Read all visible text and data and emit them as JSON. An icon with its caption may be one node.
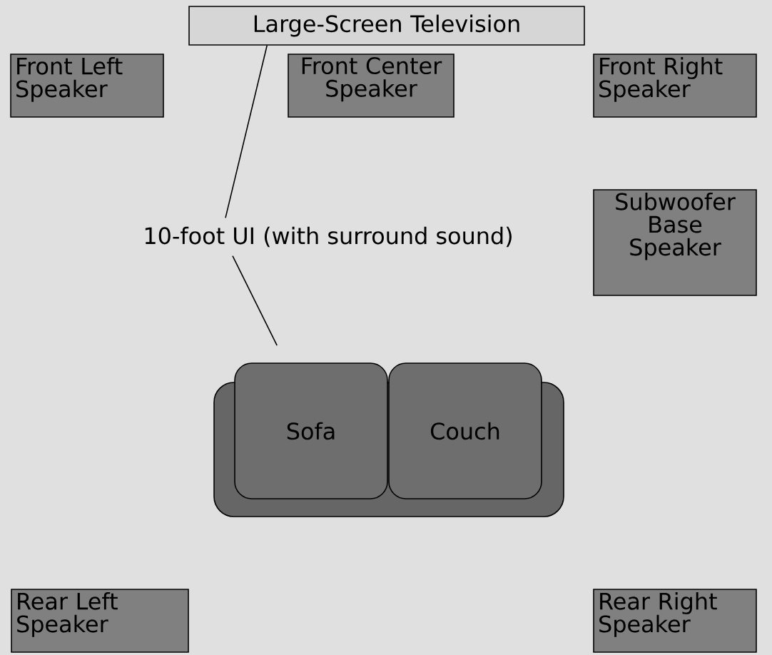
{
  "diagram": {
    "nodes": [
      {
        "text": [
          "Large-Screen Television"
        ]
      },
      {
        "text": [
          "Front Left Speaker"
        ]
      },
      {
        "text": [
          "Front Center Speaker"
        ]
      },
      {
        "text": [
          "Front Right Speaker"
        ]
      },
      {
        "text": [
          "Subwoofer Base Speaker"
        ]
      },
      {
        "text": [
          "10-foot UI (with surround sound)"
        ]
      },
      {
        "text": [
          "Sofa"
        ]
      },
      {
        "text": [
          "Couch"
        ]
      },
      {
        "text": [
          "Rear Left Speaker"
        ]
      },
      {
        "text": [
          "Rear Right Speaker"
        ]
      }
    ],
    "edges": [
      {
        "from": 5,
        "to": 0,
        "arrow": "none"
      },
      {
        "from": 5,
        "to": 6,
        "arrow": "none"
      }
    ]
  }
}
